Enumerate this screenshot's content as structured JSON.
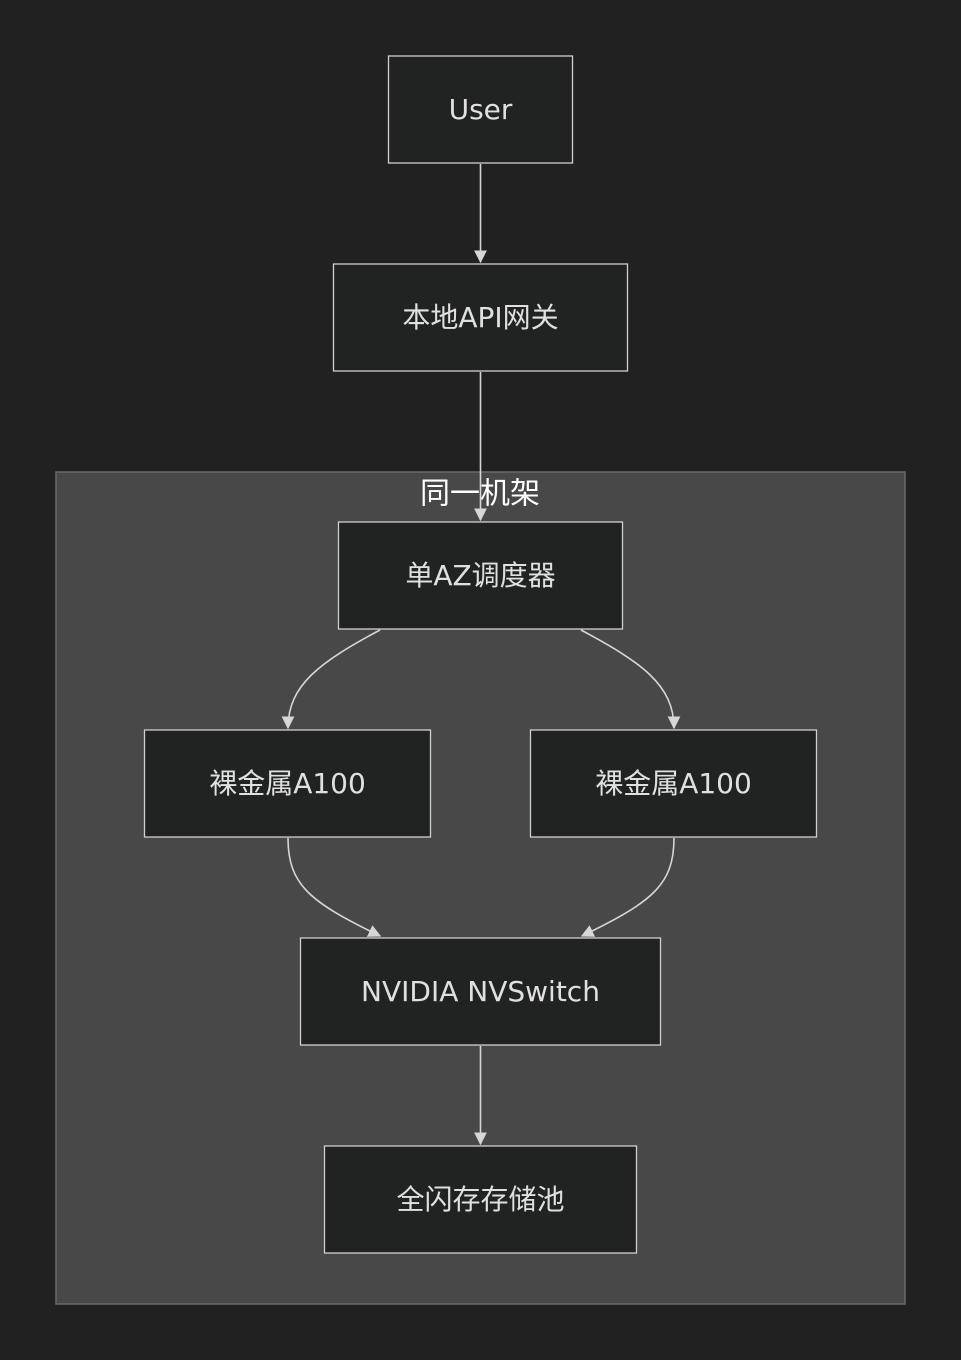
{
  "diagram": {
    "cluster": {
      "label": "同一机架"
    },
    "nodes": {
      "user": "User",
      "gateway": "本地API网关",
      "scheduler": "单AZ调度器",
      "a100_left": "裸金属A100",
      "a100_right": "裸金属A100",
      "nvswitch": "NVIDIA NVSwitch",
      "storage": "全闪存存储池"
    },
    "edges": [
      {
        "from": "user",
        "to": "gateway"
      },
      {
        "from": "gateway",
        "to": "scheduler"
      },
      {
        "from": "scheduler",
        "to": "a100_left"
      },
      {
        "from": "scheduler",
        "to": "a100_right"
      },
      {
        "from": "a100_left",
        "to": "nvswitch"
      },
      {
        "from": "a100_right",
        "to": "nvswitch"
      },
      {
        "from": "nvswitch",
        "to": "storage"
      }
    ],
    "colors": {
      "background": "#212121",
      "cluster_fill": "#474847",
      "node_fill": "#212322",
      "node_stroke": "#cfcfcf",
      "edge": "#d6d6d6"
    }
  }
}
